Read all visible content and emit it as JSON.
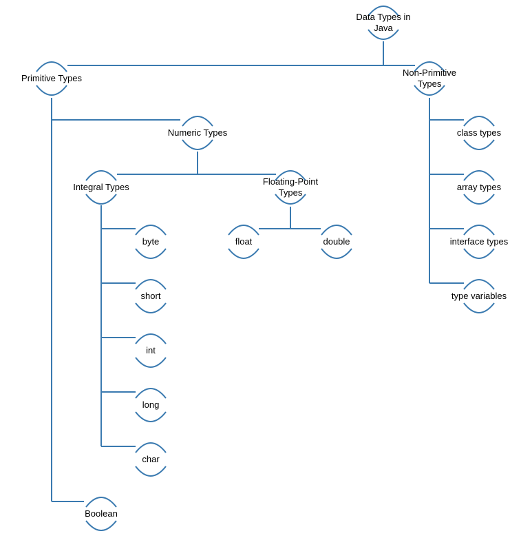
{
  "colors": {
    "line": "#3a7ab0",
    "text": "#000000",
    "background": "#ffffff"
  },
  "nodes": {
    "root": {
      "lines": [
        "Data Types in",
        "Java"
      ]
    },
    "primitive": {
      "lines": [
        "Primitive Types"
      ]
    },
    "nonprim": {
      "lines": [
        "Non-Primitive",
        "Types"
      ]
    },
    "numeric": {
      "lines": [
        "Numeric Types"
      ]
    },
    "integral": {
      "lines": [
        "Integral Types"
      ]
    },
    "floating": {
      "lines": [
        "Floating-Point",
        "Types"
      ]
    },
    "float": {
      "lines": [
        "float"
      ]
    },
    "double": {
      "lines": [
        "double"
      ]
    },
    "byte": {
      "lines": [
        "byte"
      ]
    },
    "short": {
      "lines": [
        "short"
      ]
    },
    "int": {
      "lines": [
        "int"
      ]
    },
    "long": {
      "lines": [
        "long"
      ]
    },
    "char": {
      "lines": [
        "char"
      ]
    },
    "boolean": {
      "lines": [
        "Boolean"
      ]
    },
    "class": {
      "lines": [
        "class types"
      ]
    },
    "array": {
      "lines": [
        "array types"
      ]
    },
    "interface": {
      "lines": [
        "interface types"
      ]
    },
    "typevars": {
      "lines": [
        "type variables"
      ]
    }
  }
}
